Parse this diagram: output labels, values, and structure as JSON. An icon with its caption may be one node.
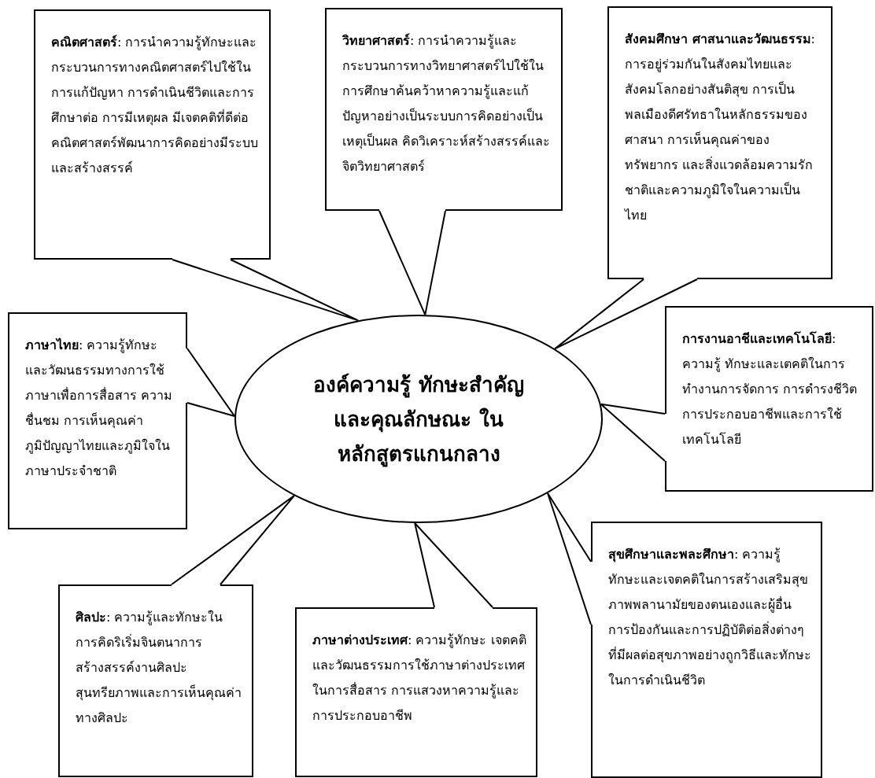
{
  "diagram": {
    "nodes": [
      {
        "text": [
          "**คณิตศาสตร์**: การนำความรู้ทักษะและกระบวนการทางคณิตศาสตร์ไปใช้ในการแก้ปัญหา การดำเนินชีวิตและการศึกษาต่อ การมีเหตุผล มีเจตคติที่ดีต่อคณิตศาสตร์พัฒนาการคิดอย่างมีระบบและสร้างสรรค์"
        ]
      },
      {
        "text": [
          "**วิทยาศาสตร์**: การนำความรู้และกระบวนการทางวิทยาศาสตร์ไปใช้ในการศึกษาค้นคว้าหาความรู้และแก้ปัญหาอย่างเป็นระบบการคิดอย่างเป็นเหตุเป็นผล คิดวิเคราะห์สร้างสรรค์และจิตวิทยาศาสตร์"
        ]
      },
      {
        "text": [
          "**สังคมศึกษา ศาสนาและวัฒนธรรม**: การอยู่ร่วมกันในสังคมไทยและสังคมโลกอย่างสันติสุข การเป็นพลเมืองดีศรัทธาในหลักธรรมของศาสนา การเห็นคุณค่าของทรัพยากร และสิ่งแวดล้อมความรักชาติและความภูมิใจในความเป็นไทย"
        ]
      },
      {
        "text": [
          "**ภาษาไทย**: ความรู้ทักษะ และวัฒนธรรมทางการใช้ภาษาเพื่อการสื่อสาร ความชื่นชม การเห็นคุณค่า ภูมิปัญญาไทยและภูมิใจในภาษาประจำชาติ"
        ]
      },
      {
        "text": [
          "องค์ความรู้ ทักษะสำคัญและคุณลักษณะ ในหลักสูตรแกนกลาง"
        ]
      },
      {
        "text": [
          "**การงานอาชีและเทคโนโลยี**: ความรู้ ทักษะและเตคติในการทำงานการจัดการ การดำรงชีวิตการประกอบอาชีพและการใช้เทคโนโลยี"
        ]
      },
      {
        "text": [
          "**สุขศึกษาและพละศึกษา**: ความรู้ ทักษะและเจตคติในการสร้างเสริมสุขภาพพลานามัยของตนเองและผู้อื่นการป้องกันและการปฏิบัติต่อสิ่งต่างๆที่มีผลต่อสุขภาพอย่างถูกวิธีและทักษะในการดำเนินชีวิต"
        ]
      },
      {
        "text": [
          "**ศิลปะ**: ความรู้และทักษะในการคิดริเริ่มจินตนาการ สร้างสรรค์งานศิลปะ สุนทรียภาพและการเห็นคุณค่าทางศิลปะ"
        ]
      },
      {
        "text": [
          "**ภาษาต่างประเทศ**: ความรู้ทักษะ เจตคติและวัฒนธรรมการใช้ภาษาต่างประเทศ ในการสื่อสาร การแสวงหาความรู้และการประกอบอาชีพ"
        ]
      }
    ],
    "edges": [
      {
        "from": 0,
        "to": 4,
        "arrow": "none"
      },
      {
        "from": 1,
        "to": 4,
        "arrow": "none"
      },
      {
        "from": 2,
        "to": 4,
        "arrow": "none"
      },
      {
        "from": 3,
        "to": 4,
        "arrow": "none"
      },
      {
        "from": 5,
        "to": 4,
        "arrow": "none"
      },
      {
        "from": 6,
        "to": 4,
        "arrow": "none"
      },
      {
        "from": 7,
        "to": 4,
        "arrow": "none"
      },
      {
        "from": 8,
        "to": 4,
        "arrow": "none"
      }
    ]
  }
}
